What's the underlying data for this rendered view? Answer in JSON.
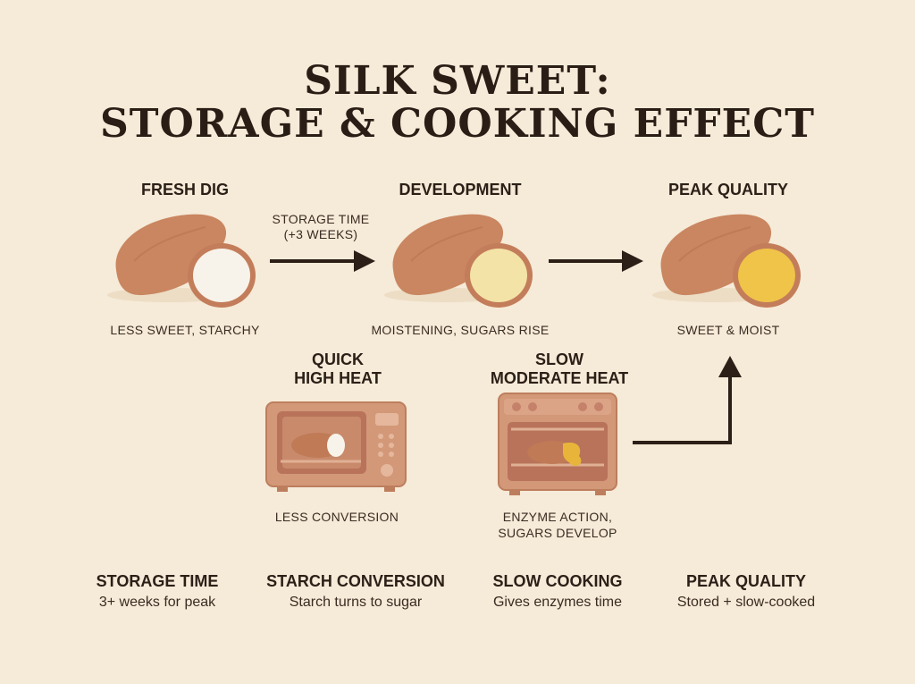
{
  "title": {
    "line1": "SILK SWEET:",
    "line2": "STORAGE & COOKING EFFECT"
  },
  "stages": [
    {
      "title": "FRESH DIG",
      "caption": "LESS SWEET, STARCHY",
      "flesh_color": "#f7f3ea"
    },
    {
      "title": "DEVELOPMENT",
      "caption": "MOISTENING, SUGARS RISE",
      "flesh_color": "#f3e3a6"
    },
    {
      "title": "PEAK QUALITY",
      "caption": "SWEET & MOIST",
      "flesh_color": "#efc448"
    }
  ],
  "storage_arrow": {
    "line1": "STORAGE TIME",
    "line2": "(+3 WEEKS)"
  },
  "cooking": [
    {
      "title_line1": "QUICK",
      "title_line2": "HIGH HEAT",
      "caption_line1": "LESS CONVERSION",
      "caption_line2": "",
      "appliance_icon": "microwave-icon"
    },
    {
      "title_line1": "SLOW",
      "title_line2": "MODERATE HEAT",
      "caption_line1": "ENZYME ACTION,",
      "caption_line2": "SUGARS DEVELOP",
      "appliance_icon": "oven-icon"
    }
  ],
  "footer": [
    {
      "heading": "STORAGE TIME",
      "sub": "3+ weeks for peak"
    },
    {
      "heading": "STARCH CONVERSION",
      "sub": "Starch turns to sugar"
    },
    {
      "heading": "SLOW COOKING",
      "sub": "Gives enzymes time"
    },
    {
      "heading": "PEAK QUALITY",
      "sub": "Stored + slow-cooked"
    }
  ],
  "colors": {
    "background": "#f6ead8",
    "skin": "#c98660",
    "clay": "#d29878",
    "arrow": "#2b1f17"
  }
}
